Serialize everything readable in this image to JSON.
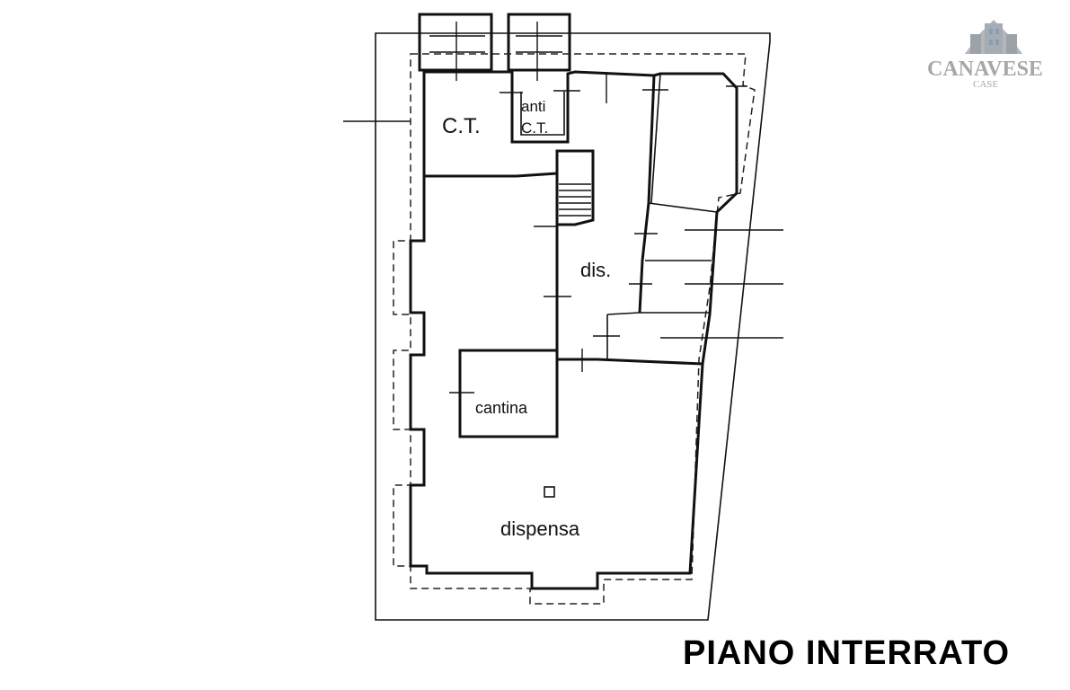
{
  "plan": {
    "title": "PIANO INTERRATO",
    "rooms": {
      "ct": "C.T.",
      "anti_line1": "anti",
      "anti_line2": "C.T.",
      "dis": "dis.",
      "cantina": "cantina",
      "dispensa": "dispensa"
    }
  },
  "logo": {
    "name": "CANAVESE",
    "sub": "CASE"
  }
}
